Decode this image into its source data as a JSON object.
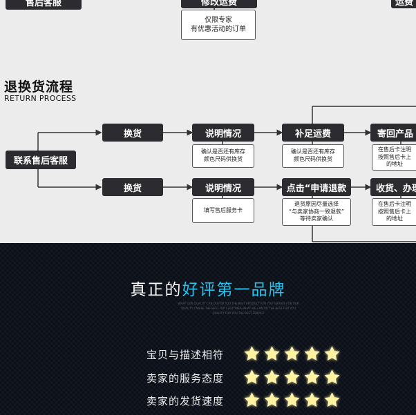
{
  "top_partial": {
    "left_button": "售后客服",
    "mid_button": "修改运费",
    "mid_note": [
      "仅限专家",
      "有优惠活动的订单"
    ],
    "right_button": "运费"
  },
  "section": {
    "title_cn": "退换货流程",
    "title_en": "RETURN PROCESS"
  },
  "flow": {
    "start": "联系售后客服",
    "row1": {
      "step1": "换货",
      "step2": "说明情况",
      "step2_note": [
        "确认是否还有库存",
        "颜色尺码供换货"
      ],
      "step3": "补足运费",
      "step3_note": [
        "确认是否还有库存",
        "颜色尺码供换货"
      ],
      "step4": "寄回产品",
      "step4_note": [
        "在售后卡注明",
        "按照售后卡上",
        "的地址"
      ]
    },
    "row2": {
      "step1": "换货",
      "step2": "说明情况",
      "step2_note": [
        "填写售后服务卡"
      ],
      "step3": "点击“申请退款",
      "step3_note": [
        "退货原因尽量选择",
        "“与卖家协商一致退款”",
        "等待卖家确认"
      ],
      "step4": "收货、办理",
      "step4_note": [
        "在售后卡注明",
        "按照售后卡上",
        "的地址"
      ]
    }
  },
  "review": {
    "headline_plain": "真正的",
    "headline_highlight": "好评第一品牌",
    "fine_print": [
      "WHAT OUR QUALITY CAN DO FOR YOU THE BEST PRODUCT FOR YOU SERVICE FOR OUR",
      "QUALITY CAN BE THE BEST FOR CUSTOMER WHAT WE CAN DO THE BEST FOR YOU",
      "QUALITY FOR YOU THE BEST SERVICE"
    ],
    "ratings": [
      {
        "label": "宝贝与描述相符",
        "stars": 5
      },
      {
        "label": "卖家的服务态度",
        "stars": 5
      },
      {
        "label": "卖家的发货速度",
        "stars": 5
      }
    ]
  },
  "colors": {
    "dark_box": "#2c2c30",
    "highlight_blue": "#29c3f0",
    "star_yellow": "#fff3a0"
  }
}
